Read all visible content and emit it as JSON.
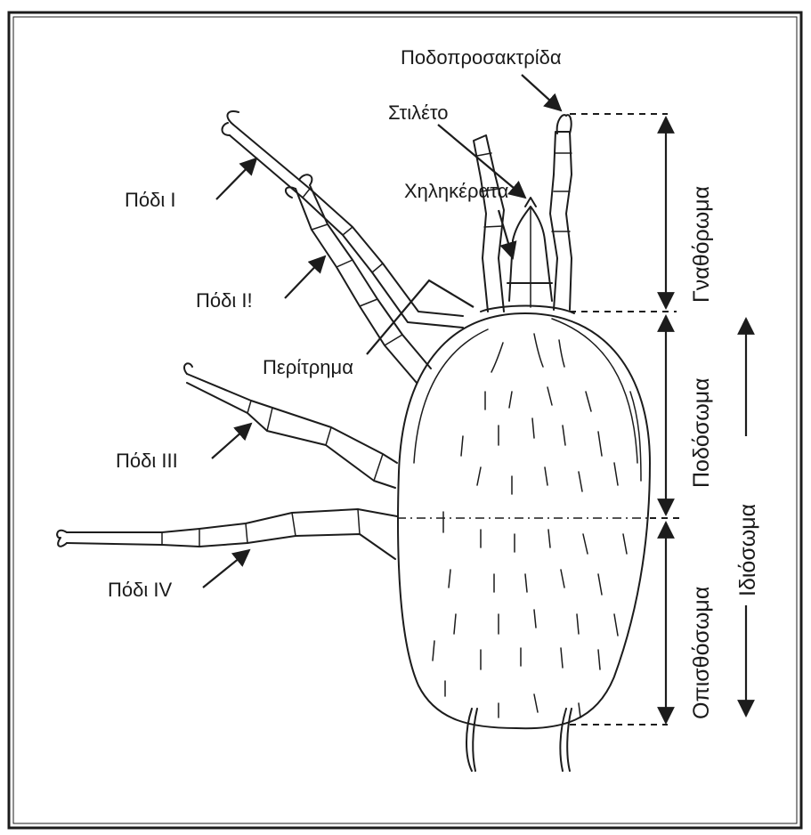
{
  "labels": {
    "tarsal_pad": "Ποδοπροσακτρίδα",
    "stylet": "Στιλέτο",
    "chelicerae": "Χηληκέρατα",
    "leg_1": "Πόδι I",
    "leg_2": "Πόδι I!",
    "peritreme": "Περίτρημα",
    "leg_3": "Πόδι III",
    "leg_4": "Πόδι IV",
    "gnathosoma": "Γναθόρωμα",
    "podosoma": "Ποδόσωμα",
    "opisthosoma": "Οπισθόσωμα",
    "idiosoma": "Ιδιόσωμα"
  }
}
